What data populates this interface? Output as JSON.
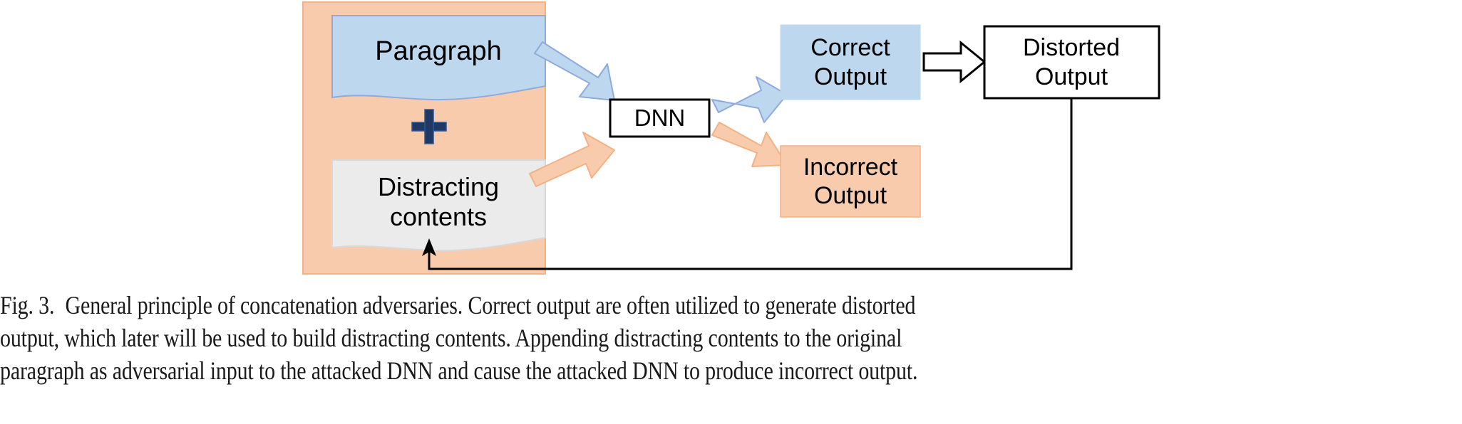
{
  "figure": {
    "id": "fig-3",
    "nodes": {
      "paragraph": {
        "label": "Paragraph",
        "fill": "#bdd7ee",
        "stroke": "#8faadc",
        "shape": "wavy-document"
      },
      "plus": {
        "label": "+",
        "color": "#1f3864"
      },
      "distracting": {
        "label": "Distracting\ncontents",
        "fill": "#ebebeb",
        "stroke": "#d9d9d9",
        "shape": "wavy-document"
      },
      "container": {
        "label": "",
        "fill": "#f8cbad",
        "stroke": "#f4b183"
      },
      "dnn": {
        "label": "DNN",
        "fill": "#ffffff",
        "stroke": "#000000"
      },
      "correct_output": {
        "label": "Correct\nOutput",
        "fill": "#bdd7ee",
        "stroke": "#bdd7ee"
      },
      "incorrect_output": {
        "label": "Incorrect\nOutput",
        "fill": "#f8cbad",
        "stroke": "#f4b183"
      },
      "distorted_output": {
        "label": "Distorted\nOutput",
        "fill": "#ffffff",
        "stroke": "#000000"
      }
    },
    "arrows": {
      "paragraph_to_dnn": {
        "color": "#bdd7ee",
        "stroke": "#8faadc",
        "style": "block"
      },
      "distracting_to_dnn": {
        "color": "#f8cbad",
        "stroke": "#f4b183",
        "style": "block"
      },
      "dnn_to_correct": {
        "color": "#bdd7ee",
        "stroke": "#8faadc",
        "style": "block"
      },
      "dnn_to_incorrect": {
        "color": "#f8cbad",
        "stroke": "#f4b183",
        "style": "block"
      },
      "correct_to_distorted": {
        "color": "#ffffff",
        "stroke": "#000000",
        "style": "hollow-block"
      },
      "distorted_feedback": {
        "color": "#000000",
        "stroke": "#000000",
        "style": "thin-line"
      }
    }
  },
  "caption": {
    "prefix": "Fig. 3.",
    "line1": "General principle of concatenation adversaries. Correct output are often utilized to generate distorted",
    "line2": "output, which later will be used to build distracting contents. Appending distracting contents to the original",
    "line3": "paragraph as adversarial input to the attacked DNN and cause the attacked DNN to produce incorrect output.",
    "full": "Fig. 3.  General principle of concatenation adversaries. Correct output are often utilized to generate distorted output, which later will be used to build distracting contents. Appending distracting contents to the original paragraph as adversarial input to the attacked DNN and cause the attacked DNN to produce incorrect output."
  }
}
